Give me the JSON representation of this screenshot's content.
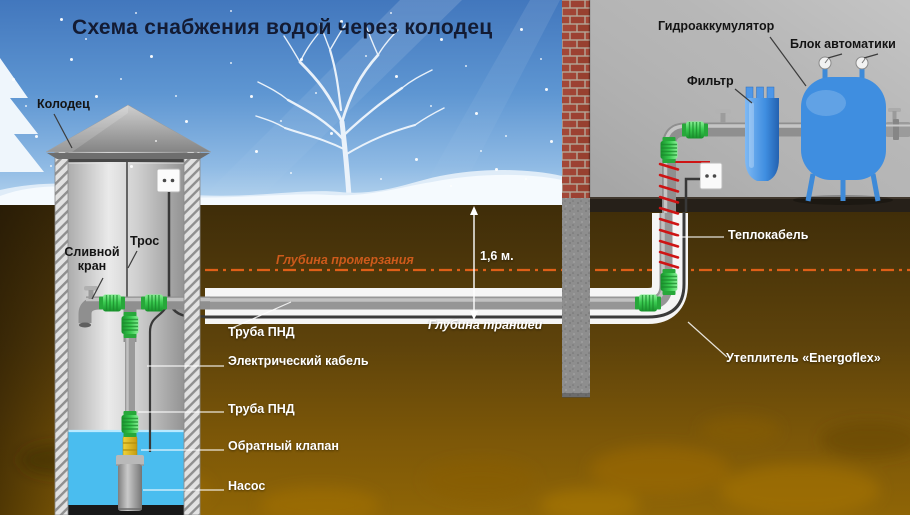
{
  "title": "Схема снабжения водой через колодец",
  "labels": {
    "well": "Колодец",
    "drain_tap": "Сливной кран",
    "rope": "Трос",
    "pnd_pipe_horizontal": "Труба ПНД",
    "electric_cable": "Электрический кабель",
    "pnd_pipe_vertical": "Труба ПНД",
    "check_valve": "Обратный клапан",
    "pump": "Насос",
    "hydroaccumulator": "Гидроаккумулятор",
    "automation_unit": "Блок автоматики",
    "filter": "Фильтр",
    "heat_cable": "Теплокабель",
    "insulation": "Утеплитель «Energoflex»"
  },
  "measurements": {
    "freeze_depth_line": "Глубина промерзания",
    "depth_value": "1,6 м.",
    "trench_depth": "Глубина траншеи"
  },
  "colors": {
    "freeze_line": "#DF5F18",
    "water_blue": "#4ABDEF",
    "heat_cable_red": "#CE1414",
    "fitting_green": "#2FBE45",
    "tank_blue": "#3F8EE0",
    "title_text": "#131B33"
  }
}
